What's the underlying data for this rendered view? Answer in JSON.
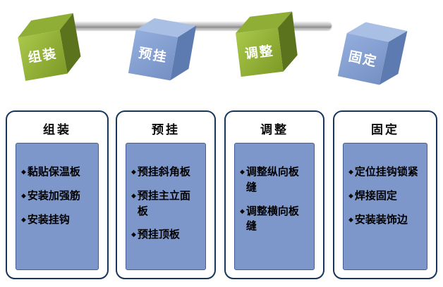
{
  "steps": [
    {
      "label": "组装",
      "color": "green"
    },
    {
      "label": "预挂",
      "color": "blue"
    },
    {
      "label": "调整",
      "color": "green"
    },
    {
      "label": "固定",
      "color": "blue"
    }
  ],
  "panels": [
    {
      "title": "组装",
      "items": [
        "黏贴保温板",
        "安装加强筋",
        "安装挂钩"
      ]
    },
    {
      "title": "预挂",
      "items": [
        "预挂斜角板",
        "预挂主立面板",
        "预挂顶板"
      ]
    },
    {
      "title": "调整",
      "items": [
        "调整纵向板缝",
        "调整横向板缝"
      ]
    },
    {
      "title": "固定",
      "items": [
        "定位挂钩锁紧",
        "焊接固定",
        "安装装饰边"
      ]
    }
  ],
  "icons": {
    "bullet": "◆"
  },
  "colors": {
    "cube_green_front_light": "#a9c84a",
    "cube_green_front_dark": "#7d9a26",
    "cube_green_top": "#8fae35",
    "cube_green_side": "#5c731d",
    "cube_blue_front_light": "#93aedd",
    "cube_blue_front_dark": "#7590c4",
    "cube_blue_top": "#aabfe4",
    "cube_blue_side": "#5d7bb0",
    "panel_border": "#16365c",
    "panel_fill": "#7e97ca",
    "rod": "#b9b9b9"
  }
}
